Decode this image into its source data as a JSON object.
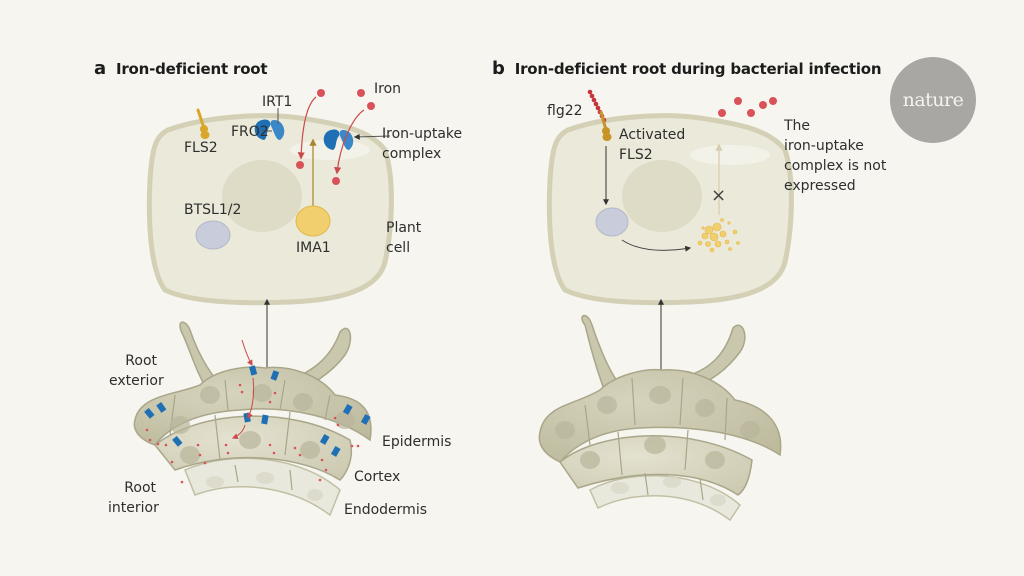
{
  "figure": {
    "publisher_logo": "nature",
    "colors": {
      "background": "#f6f5ef",
      "cell_fill": "#ebe9d9",
      "cell_outline": "#d3d0b5",
      "nucleus": "#dedbc7",
      "iron": "#d9525a",
      "iron_arrow": "#c94a4a",
      "transporter_blue": "#1f6fb5",
      "fls2_gold": "#d9a62b",
      "flg22_red": "#c8323c",
      "ima1_yellow": "#f2cf6e",
      "btsl_lavender": "#c9cddb",
      "root_tissue": "#c9c7ac",
      "endodermis": "#e9e8dd"
    }
  },
  "panel_a": {
    "letter": "a",
    "title": "Iron-deficient root",
    "labels": {
      "fls2": "FLS2",
      "irt1": "IRT1",
      "fro2": "FRO2",
      "iron": "Iron",
      "iron_uptake_complex": "Iron-uptake\ncomplex",
      "btsl": "BTSL1/2",
      "ima1": "IMA1",
      "plant_cell": "Plant\ncell",
      "root_exterior": "Root\nexterior",
      "root_interior": "Root\ninterior",
      "epidermis": "Epidermis",
      "cortex": "Cortex",
      "endodermis": "Endodermis"
    }
  },
  "panel_b": {
    "letter": "b",
    "title": "Iron-deficient root during bacterial infection",
    "labels": {
      "flg22": "flg22",
      "activated_fls2": "Activated\nFLS2",
      "not_expressed": "The\niron-uptake\ncomplex is not\nexpressed",
      "blocked_mark": "×"
    }
  }
}
